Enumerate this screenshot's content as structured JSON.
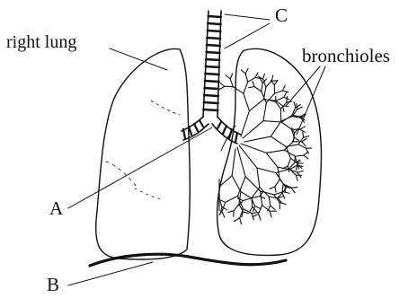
{
  "labels": {
    "right_lung": "right lung",
    "c": "C",
    "bronchioles": "bronchioles",
    "a": "A",
    "b": "B"
  },
  "colors": {
    "ink": "#111111",
    "paper": "#ffffff"
  }
}
